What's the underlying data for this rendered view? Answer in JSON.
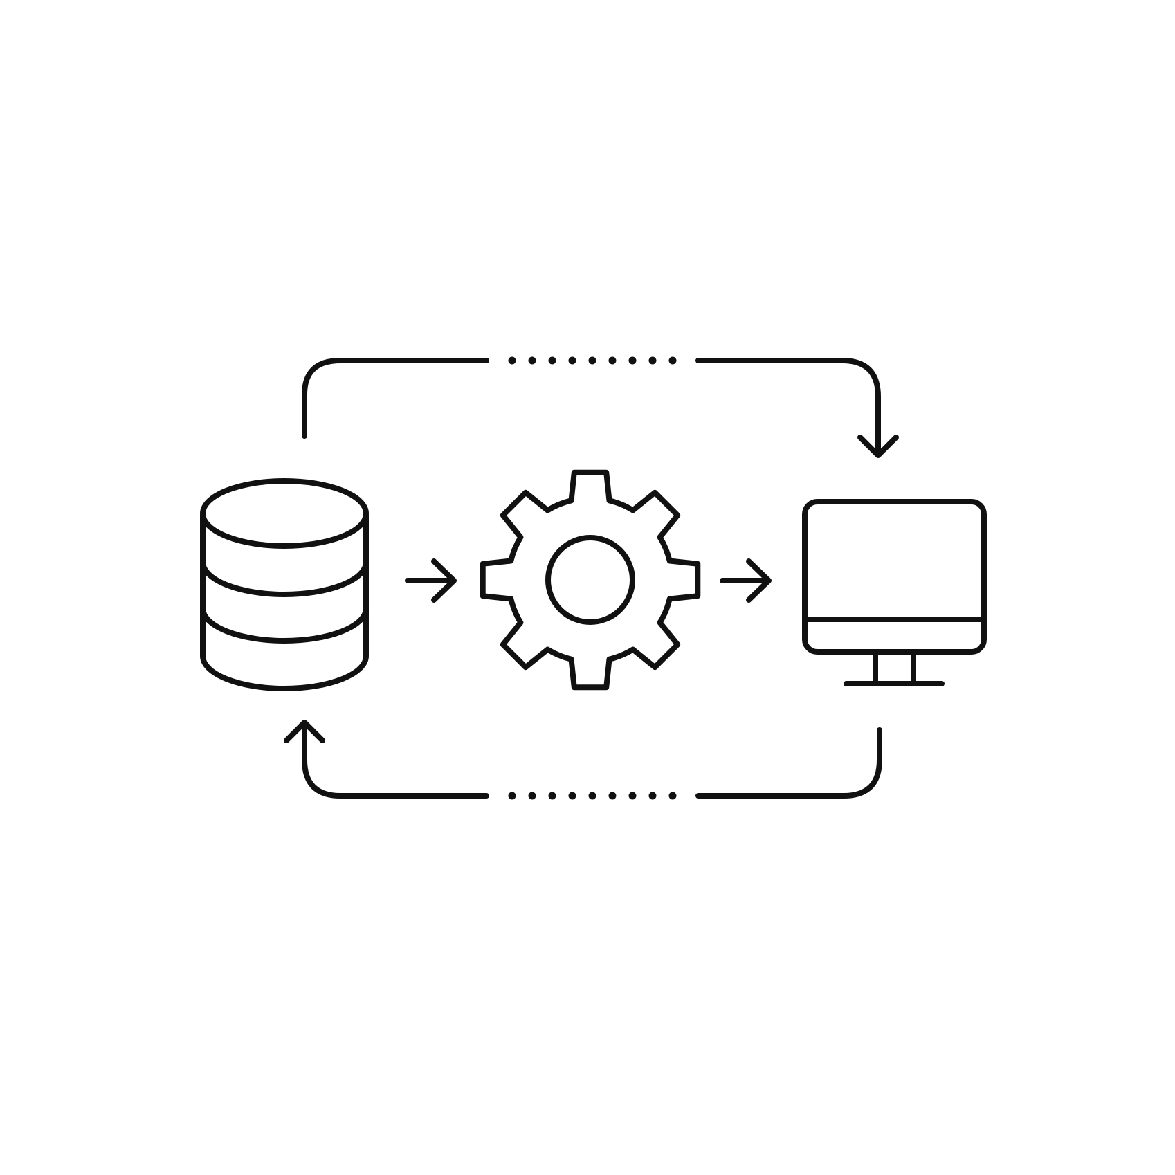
{
  "diagram": {
    "background_color": "#ffffff",
    "stroke_color": "#111111",
    "nodes": [
      {
        "id": "database",
        "icon": "database-icon",
        "label": ""
      },
      {
        "id": "processing",
        "icon": "gear-icon",
        "label": ""
      },
      {
        "id": "display",
        "icon": "monitor-icon",
        "label": ""
      }
    ],
    "edges": [
      {
        "from": "database",
        "to": "processing",
        "style": "solid",
        "label": ""
      },
      {
        "from": "processing",
        "to": "display",
        "style": "solid",
        "label": ""
      },
      {
        "from": "database",
        "to": "display",
        "style": "dashed-dotted",
        "route": "top",
        "label": ""
      },
      {
        "from": "display",
        "to": "database",
        "style": "dashed-dotted",
        "route": "bottom",
        "label": ""
      }
    ]
  }
}
